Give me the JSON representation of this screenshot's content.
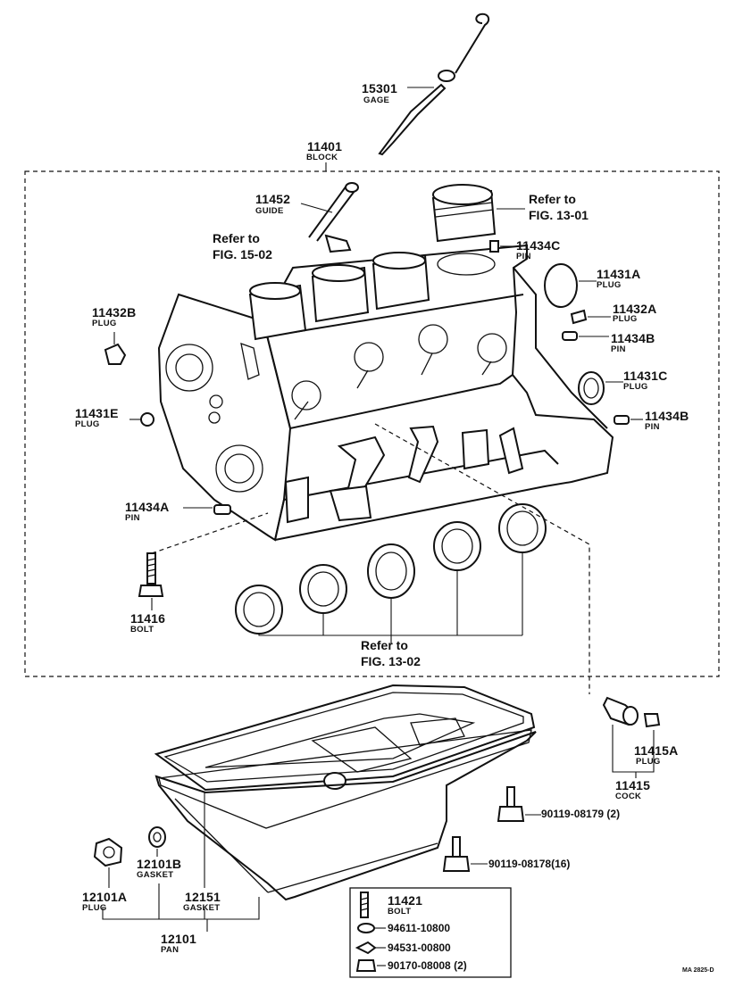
{
  "callouts": {
    "gage": {
      "number": "15301",
      "name": "GAGE"
    },
    "block": {
      "number": "11401",
      "name": "BLOCK"
    },
    "guide": {
      "number": "11452",
      "name": "GUIDE"
    },
    "pin_c": {
      "number": "11434C",
      "name": "PIN"
    },
    "plug_a1": {
      "number": "11431A",
      "name": "PLUG"
    },
    "plug_b": {
      "number": "11432B",
      "name": "PLUG"
    },
    "plug_a2": {
      "number": "11432A",
      "name": "PLUG"
    },
    "pin_b1": {
      "number": "11434B",
      "name": "PIN"
    },
    "plug_c": {
      "number": "11431C",
      "name": "PLUG"
    },
    "plug_e": {
      "number": "11431E",
      "name": "PLUG"
    },
    "pin_b2": {
      "number": "11434B",
      "name": "PIN"
    },
    "pin_a": {
      "number": "11434A",
      "name": "PIN"
    },
    "bolt": {
      "number": "11416",
      "name": "BOLT"
    },
    "plug_15a": {
      "number": "11415A",
      "name": "PLUG"
    },
    "cock": {
      "number": "11415",
      "name": "COCK"
    },
    "gasket_b": {
      "number": "12101B",
      "name": "GASKET"
    },
    "plug_12a": {
      "number": "12101A",
      "name": "PLUG"
    },
    "gasket": {
      "number": "12151",
      "name": "GASKET"
    },
    "pan": {
      "number": "12101",
      "name": "PAN"
    },
    "bolt_legend": {
      "number": "11421",
      "name": "BOLT"
    }
  },
  "references": {
    "fig_13_01": {
      "line1": "Refer to",
      "line2": "FIG. 13-01"
    },
    "fig_15_02": {
      "line1": "Refer to",
      "line2": "FIG. 15-02"
    },
    "fig_13_02": {
      "line1": "Refer to",
      "line2": "FIG. 13-02"
    }
  },
  "fasteners": {
    "bolt_a": "90119-08179 (2)",
    "bolt_b": "90119-08178(16)"
  },
  "legend_items": [
    "94611-10800",
    "94531-00800",
    "90170-08008 (2)"
  ],
  "drawing_code": "MA 2825-D"
}
